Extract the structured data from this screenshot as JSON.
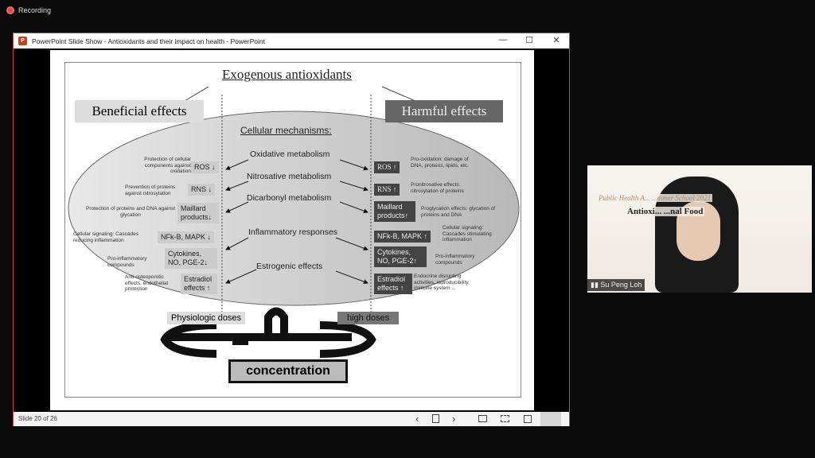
{
  "recording": "Recording",
  "window": {
    "title": "PowerPoint Slide Show  -  Antioxidants and their impact on health  -  PowerPoint",
    "minimize": "—",
    "maximize": "☐",
    "close": "✕"
  },
  "status": {
    "slide": "Slide 20 of 26",
    "prev": "‹",
    "next": "›"
  },
  "slide": {
    "title": "Exogenous antioxidants",
    "beneficial": "Beneficial effects",
    "harmful": "Harmful effects",
    "cellular": "Cellular mechanisms:",
    "mechanisms": [
      "Oxidative metabolism",
      "Nitrosative metabolism",
      "Dicarbonyl metabolism",
      "Inflammatory responses",
      "Estrogenic effects"
    ],
    "left_boxes": [
      "ROS ↓",
      "RNS ↓",
      "Maillard products↓",
      "NFk-B, MAPK ↓",
      "Cytokines, NO, PGE-2↓",
      "Estradiol effects ↑"
    ],
    "left_desc": [
      "Protection of cellular components against oxidation",
      "Prevention of proteins against nitrosylation",
      "Protection of proteins and DNA against glycation",
      "Cellular signaling: Cascades reducing inflammation",
      "Pro-inflammatory compounds",
      "Anti-osteoporotic effects, endothelial protection"
    ],
    "right_boxes": [
      "ROS ↑",
      "RNS ↑",
      "Maillard products↑",
      "NFk-B, MAPK ↑",
      "Cytokines, NO, PGE-2↑",
      "Estradiol effects ↑"
    ],
    "right_desc": [
      "Pro-oxidation: damage of DNA, proteins, lipids, etc.",
      "Pronitrosative effects: nitrosylation of proteins",
      "Proglycation effects: glycation of proteins and DNA",
      "Cellular signaling: Cascades stimulating inflammation",
      "Pro-inflammatory compounds",
      "Endocrine disrupting activities, reproducibility, immune system ..."
    ],
    "physiologic": "Physiologic doses",
    "high": "high doses",
    "concentration": "concentration"
  },
  "video": {
    "name": "Su Peng Loh",
    "banner1": "Public Health A... ...mmer School 2021",
    "banner2": "Antioxi...  ...nal Food"
  }
}
